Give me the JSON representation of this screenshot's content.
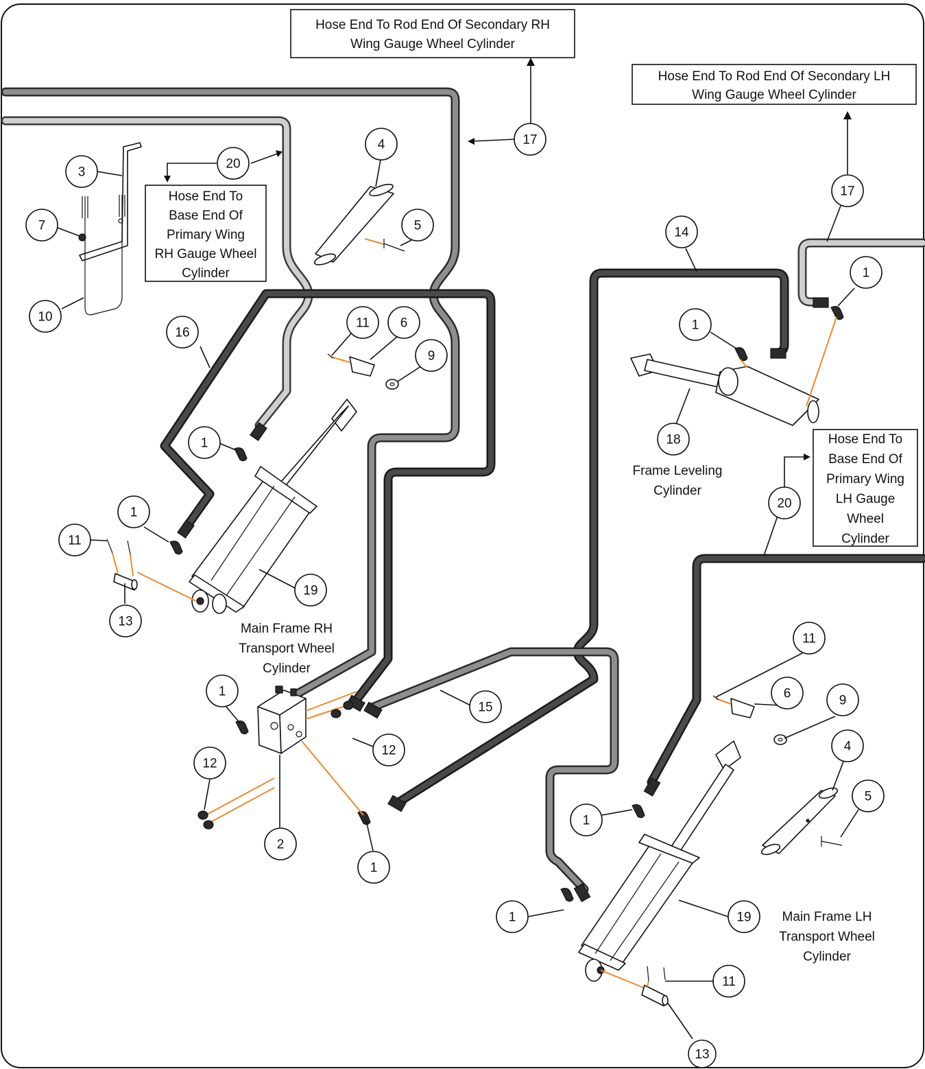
{
  "notes": {
    "rh_secondary": [
      "Hose End To Rod End Of Secondary RH",
      "Wing Gauge Wheel Cylinder"
    ],
    "lh_secondary": [
      "Hose End To Rod End Of Secondary LH",
      "Wing Gauge Wheel Cylinder"
    ],
    "rh_primary": [
      "Hose End To",
      "Base End Of",
      "Primary Wing",
      "RH Gauge Wheel",
      "Cylinder"
    ],
    "lh_primary": [
      "Hose End To",
      "Base End Of",
      "Primary Wing",
      "LH Gauge",
      "Wheel",
      "Cylinder"
    ]
  },
  "labels": {
    "rh_transport": [
      "Main Frame RH",
      "Transport Wheel",
      "Cylinder"
    ],
    "frame_leveling": [
      "Frame Leveling",
      "Cylinder"
    ],
    "lh_transport": [
      "Main Frame LH",
      "Transport Wheel",
      "Cylinder"
    ]
  },
  "callouts": [
    {
      "id": "c17a",
      "num": "17"
    },
    {
      "id": "c20a",
      "num": "20"
    },
    {
      "id": "c3",
      "num": "3"
    },
    {
      "id": "c4a",
      "num": "4"
    },
    {
      "id": "c5a",
      "num": "5"
    },
    {
      "id": "c7",
      "num": "7"
    },
    {
      "id": "c10",
      "num": "10"
    },
    {
      "id": "c16",
      "num": "16"
    },
    {
      "id": "c11a",
      "num": "11"
    },
    {
      "id": "c6a",
      "num": "6"
    },
    {
      "id": "c9a",
      "num": "9"
    },
    {
      "id": "c1a",
      "num": "1"
    },
    {
      "id": "c1b",
      "num": "1"
    },
    {
      "id": "c11b",
      "num": "11"
    },
    {
      "id": "c13a",
      "num": "13"
    },
    {
      "id": "c19a",
      "num": "19"
    },
    {
      "id": "c17b",
      "num": "17"
    },
    {
      "id": "c14",
      "num": "14"
    },
    {
      "id": "c1c",
      "num": "1"
    },
    {
      "id": "c1d",
      "num": "1"
    },
    {
      "id": "c18",
      "num": "18"
    },
    {
      "id": "c20b",
      "num": "20"
    },
    {
      "id": "c15",
      "num": "15"
    },
    {
      "id": "c1e",
      "num": "1"
    },
    {
      "id": "c12a",
      "num": "12"
    },
    {
      "id": "c12b",
      "num": "12"
    },
    {
      "id": "c2",
      "num": "2"
    },
    {
      "id": "c1f",
      "num": "1"
    },
    {
      "id": "c11c",
      "num": "11"
    },
    {
      "id": "c9b",
      "num": "9"
    },
    {
      "id": "c6b",
      "num": "6"
    },
    {
      "id": "c4b",
      "num": "4"
    },
    {
      "id": "c5b",
      "num": "5"
    },
    {
      "id": "c1g",
      "num": "1"
    },
    {
      "id": "c1h",
      "num": "1"
    },
    {
      "id": "c19b",
      "num": "19"
    },
    {
      "id": "c11d",
      "num": "11"
    },
    {
      "id": "c13b",
      "num": "13"
    }
  ]
}
